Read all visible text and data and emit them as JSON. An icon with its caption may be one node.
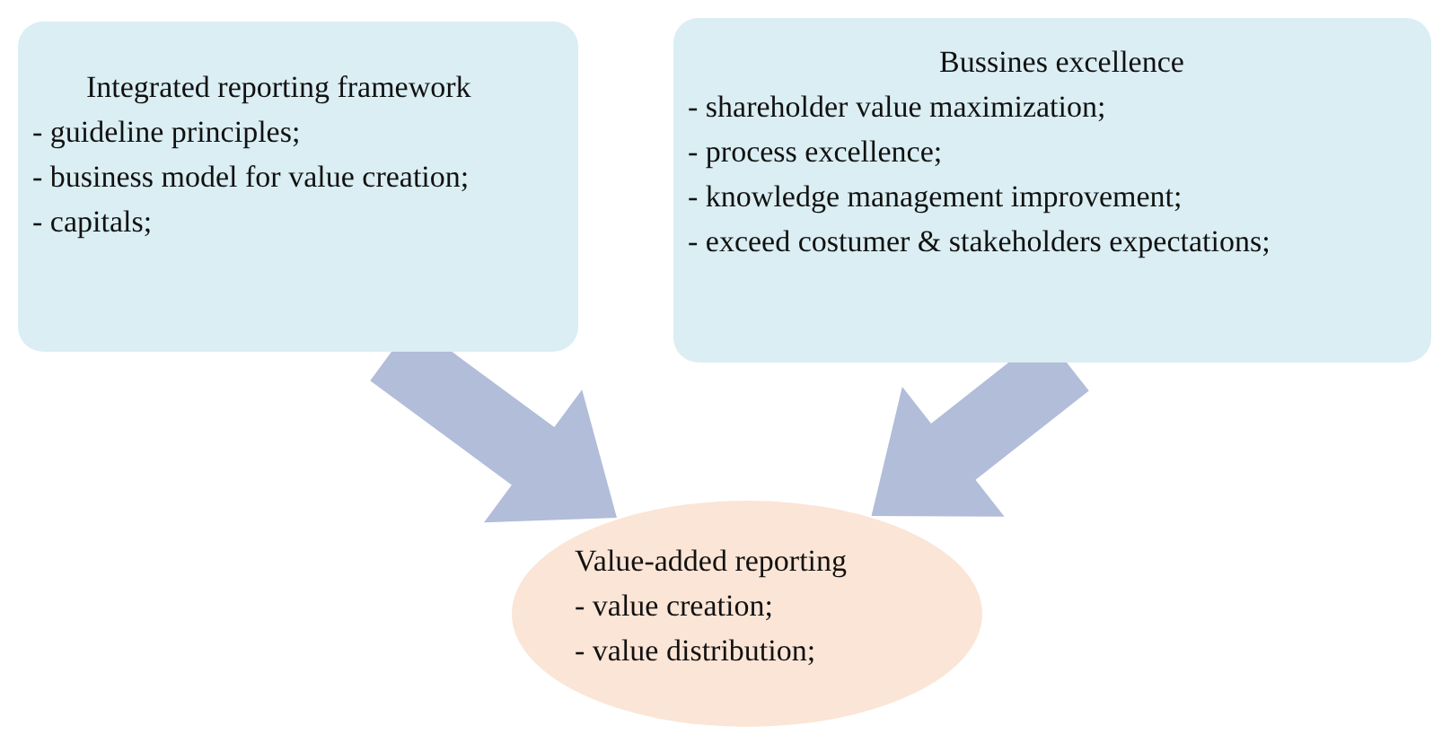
{
  "diagram": {
    "nodes": [
      {
        "text": [
          "Integrated reporting framework",
          "- guideline principles;",
          "- business model for value creation;",
          "- capitals;"
        ]
      },
      {
        "text": [
          "Bussines excellence",
          "- shareholder value maximization;",
          "- process excellence;",
          "- knowledge management improvement;",
          "- exceed costumer & stakeholders expectations;"
        ]
      },
      {
        "text": [
          "Value-added reporting",
          "- value creation;",
          "- value distribution;"
        ]
      }
    ],
    "edges": [
      {
        "from": 0,
        "to": 2,
        "arrow": "to",
        "style": "thick",
        "color": "#b1bdd9"
      },
      {
        "from": 1,
        "to": 2,
        "arrow": "to",
        "style": "thick",
        "color": "#b1bdd9"
      }
    ]
  }
}
